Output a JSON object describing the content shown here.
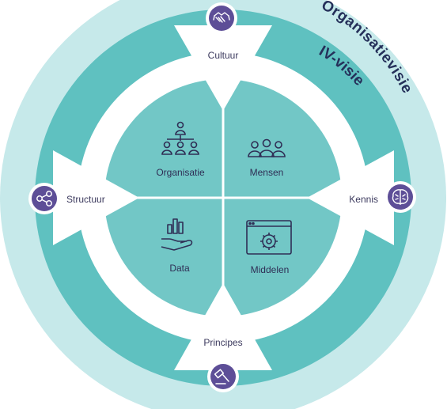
{
  "rings": {
    "outer_label": "Organisatievisie",
    "inner_label": "IV-visie"
  },
  "quadrants": [
    {
      "id": "organisatie",
      "label": "Organisatie",
      "icon": "org-chart-icon"
    },
    {
      "id": "mensen",
      "label": "Mensen",
      "icon": "people-group-icon"
    },
    {
      "id": "data",
      "label": "Data",
      "icon": "hand-chart-icon"
    },
    {
      "id": "middelen",
      "label": "Middelen",
      "icon": "app-window-gear-icon"
    }
  ],
  "pointers": [
    {
      "id": "cultuur",
      "label": "Cultuur",
      "icon": "handshake-icon"
    },
    {
      "id": "structuur",
      "label": "Structuur",
      "icon": "share-nodes-icon"
    },
    {
      "id": "kennis",
      "label": "Kennis",
      "icon": "brain-icon"
    },
    {
      "id": "principes",
      "label": "Principes",
      "icon": "gavel-icon"
    }
  ],
  "colors": {
    "outer_ring": "#c6e9ea",
    "middle_ring": "#5fc1c0",
    "white_ring": "#ffffff",
    "inner_disc": "#72c7c6",
    "text_dark": "#3c3a5e",
    "ring_label": "#25305a",
    "badge": "#5d4e97"
  }
}
